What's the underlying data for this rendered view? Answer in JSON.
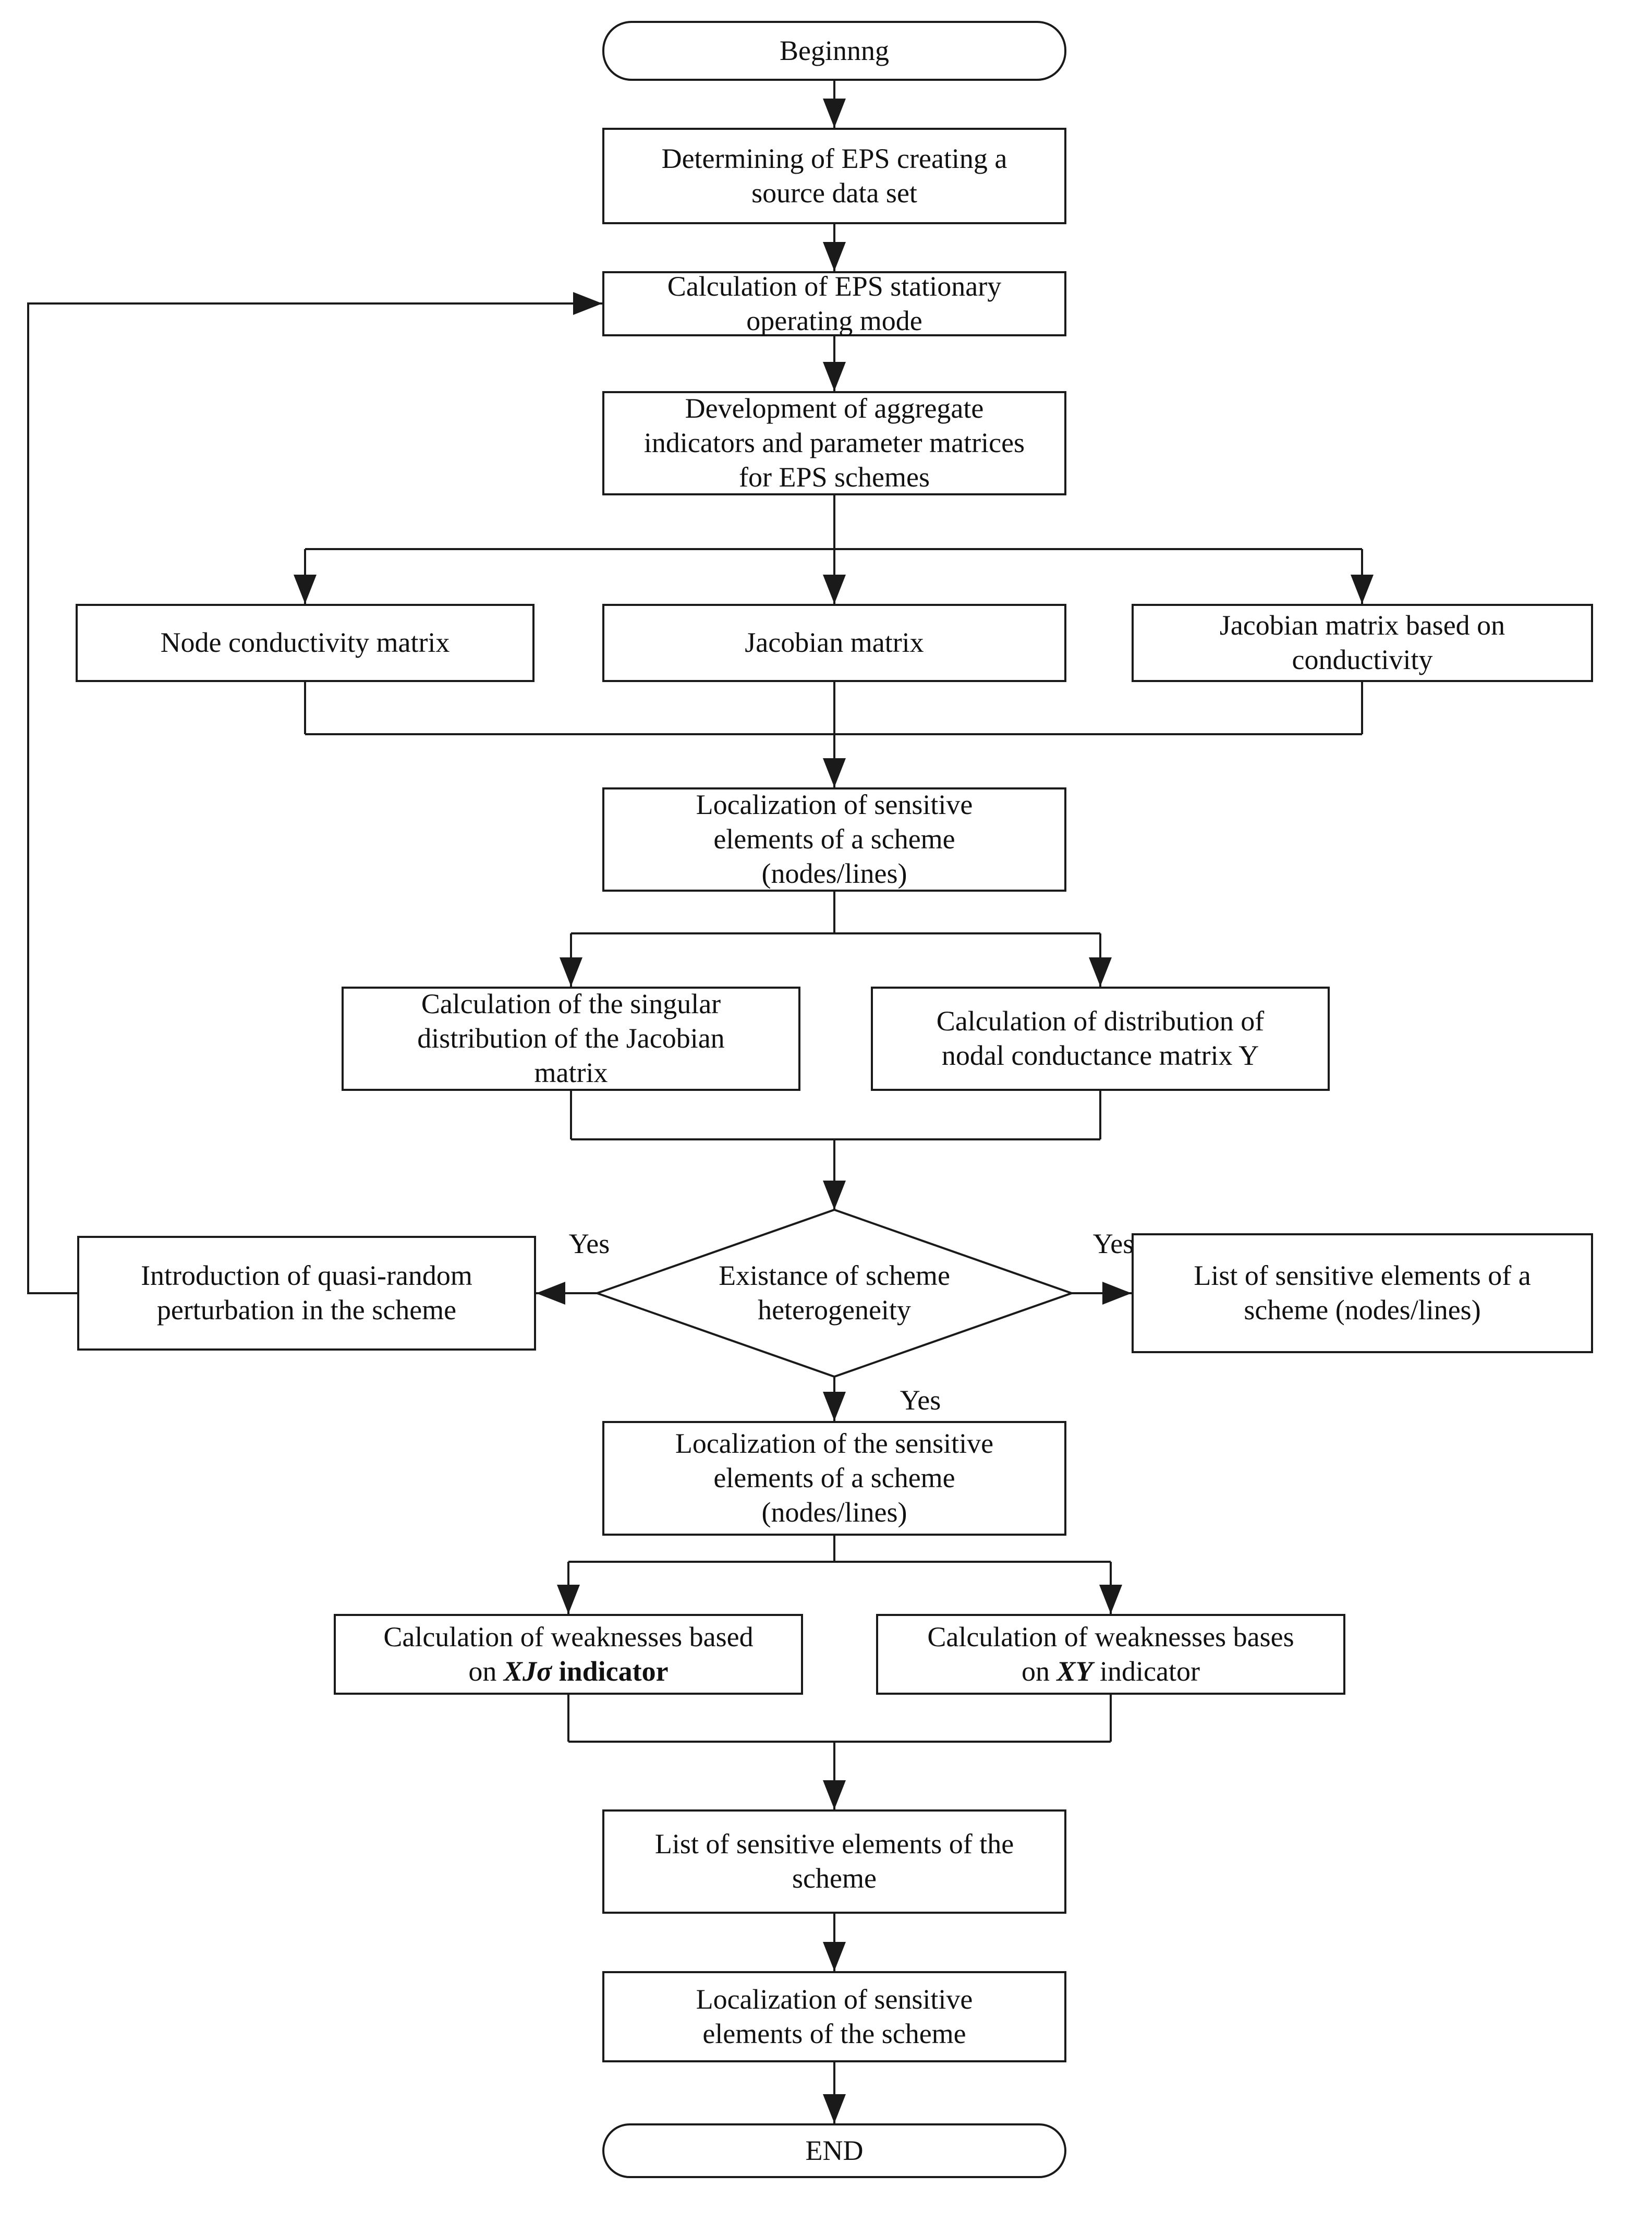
{
  "diagram_type": "flowchart",
  "colors": {
    "ink": "#1a1a1a",
    "paper": "#ffffff"
  },
  "nodes": {
    "begin": "Beginnng",
    "determining": "Determining of EPS creating a\nsource data set",
    "calc_eps": "Calculation of EPS stationary\noperating mode",
    "development": "Development of aggregate\nindicators and parameter matrices\nfor EPS schemes",
    "node_conductivity": "Node conductivity matrix",
    "jacobian": "Jacobian matrix",
    "jacobian_conductivity": "Jacobian matrix based on\nconductivity",
    "localization1": "Localization of sensitive\nelements of a scheme\n(nodes/lines)",
    "calc_singular": "Calculation of the singular\ndistribution of the Jacobian\nmatrix",
    "calc_distribution": "Calculation of distribution of\nnodal conductance matrix Y",
    "decision": "Existance of scheme\nheterogeneity",
    "introduction": "Introduction of quasi-random\nperturbation in the scheme",
    "list_sensitive_a": "List of sensitive elements of a\nscheme (nodes/lines)",
    "localization2": "Localization of the sensitive\nelements of a scheme\n(nodes/lines)",
    "weak_left": {
      "line1": "Calculation of weaknesses based",
      "pre": "on ",
      "em": "XJσ",
      "post": " indicator"
    },
    "weak_right": {
      "line1": "Calculation of weaknesses bases",
      "pre": "on ",
      "em": "XY",
      "post": " indicator"
    },
    "list_sensitive_scheme": "List of sensitive elements of the\nscheme",
    "localization3": "Localization of sensitive\nelements of the scheme",
    "end": "END"
  },
  "edge_labels": {
    "yes_left": "Yes",
    "yes_right": "Yes",
    "yes_bottom": "Yes"
  }
}
